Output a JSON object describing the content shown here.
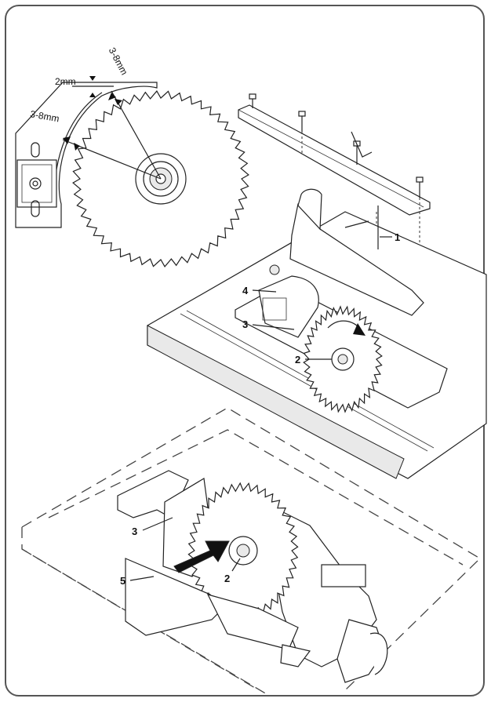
{
  "detail": {
    "gap_top": "2mm",
    "gap_radial_top": "3-8mm",
    "gap_radial_side": "3-8mm"
  },
  "callouts": {
    "upper_1": "1",
    "upper_2": "2",
    "upper_3": "3",
    "upper_4": "4",
    "lower_2": "2",
    "lower_3": "3",
    "lower_5": "5"
  }
}
